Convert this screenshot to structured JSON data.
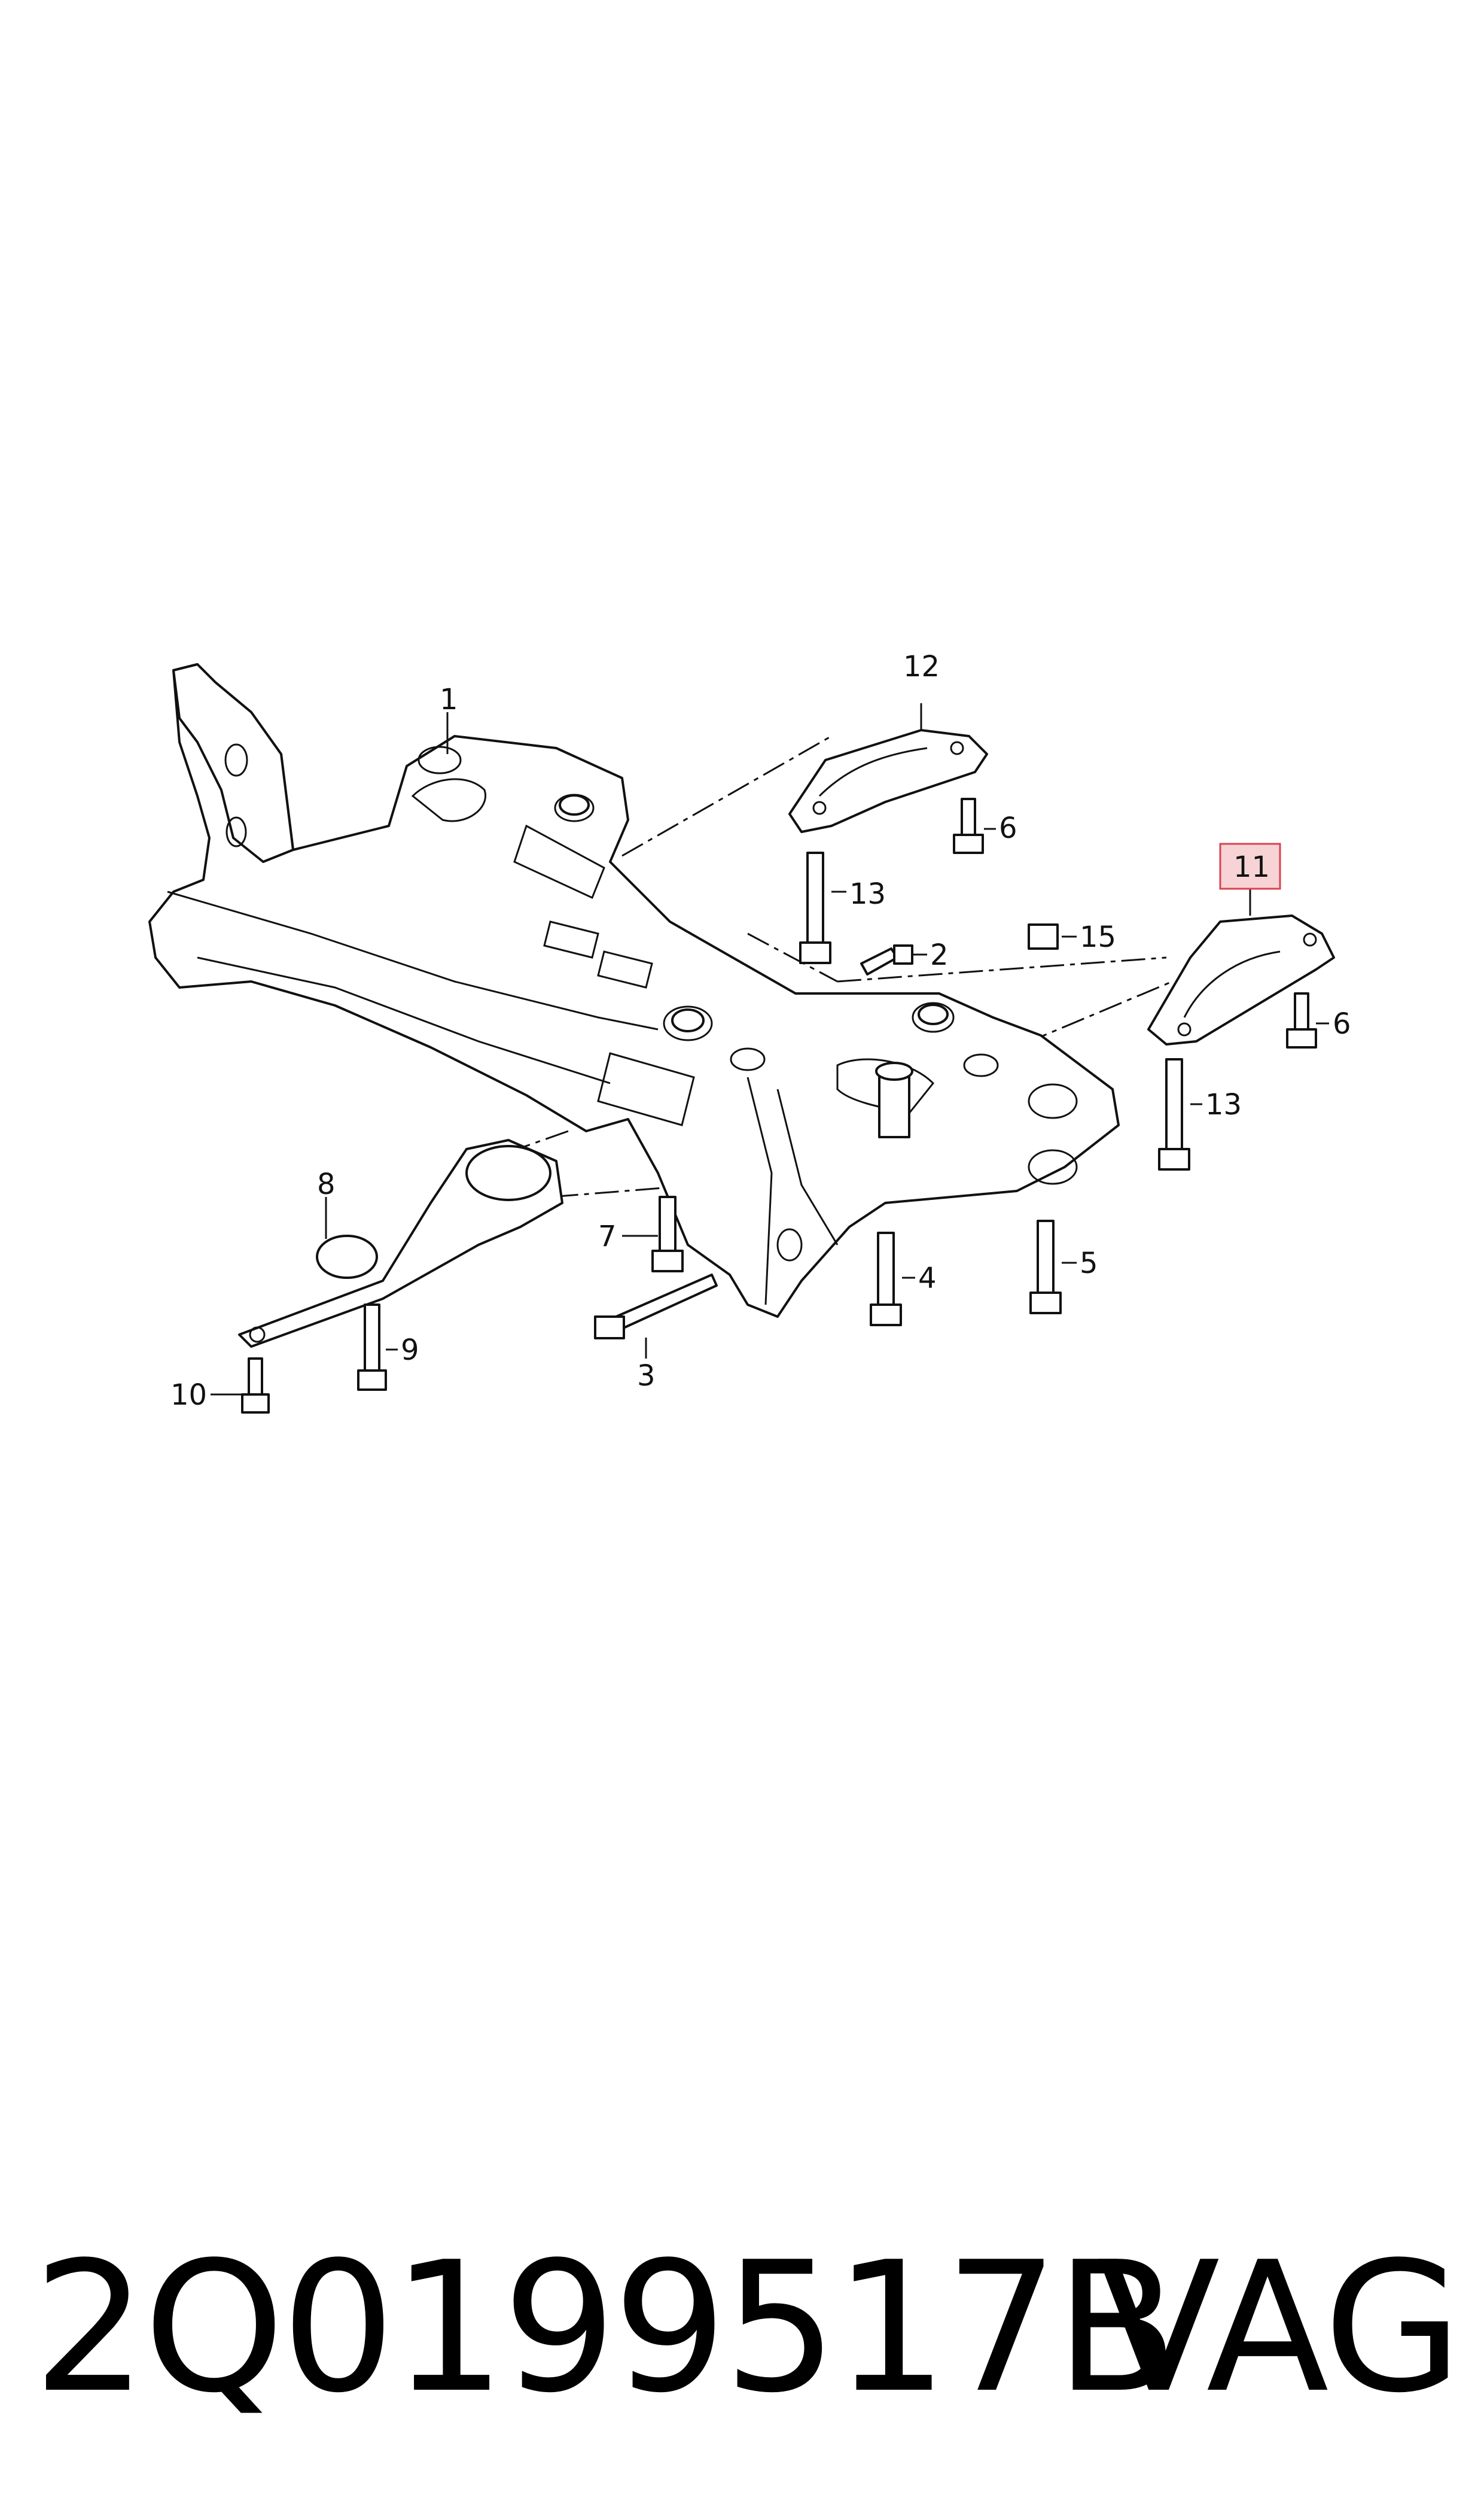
{
  "callouts": {
    "c1": "1",
    "c2": "2",
    "c3": "3",
    "c4": "4",
    "c5": "5",
    "c6a": "6",
    "c6b": "6",
    "c7": "7",
    "c8": "8",
    "c9": "9",
    "c10": "10",
    "c11": "11",
    "c12": "12",
    "c13a": "13",
    "c13b": "13",
    "c15": "15"
  },
  "highlight_color": "#f7d3d6",
  "highlight_border": "#d9434f",
  "footer": {
    "part_number": "2Q0199517B",
    "brand": "VAG"
  }
}
